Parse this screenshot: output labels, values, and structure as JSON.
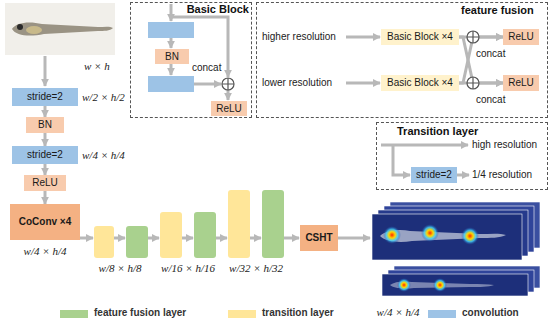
{
  "diagram": {
    "nodes": [
      {
        "text": [
          "stride=2"
        ]
      },
      {
        "text": [
          "BN"
        ]
      },
      {
        "text": [
          "stride=2"
        ]
      },
      {
        "text": [
          "ReLU"
        ]
      },
      {
        "text": [
          "CoConv ×4"
        ]
      },
      {
        "text": [
          "CSHT"
        ]
      },
      {
        "text": [
          "Basic Block"
        ]
      },
      {
        "text": [
          "BN"
        ],
        "in": 6
      },
      {
        "text": [
          "ReLU"
        ],
        "in": 6
      },
      {
        "text": [
          "feature fusion"
        ]
      },
      {
        "text": [
          "Basic Block ×4"
        ],
        "in": 9
      },
      {
        "text": [
          "ReLU"
        ],
        "in": 9
      },
      {
        "text": [
          "Basic Block ×4"
        ],
        "in": 9
      },
      {
        "text": [
          "ReLU"
        ],
        "in": 9
      },
      {
        "text": [
          "Transition layer"
        ]
      },
      {
        "text": [
          "stride=2"
        ],
        "in": 14
      }
    ],
    "edges": [
      {
        "from": 0,
        "to": 1,
        "arrow": "to"
      },
      {
        "from": 1,
        "to": 2,
        "arrow": "to"
      },
      {
        "from": 2,
        "to": 3,
        "arrow": "to"
      },
      {
        "from": 3,
        "to": 4,
        "arrow": "to"
      },
      {
        "from": 10,
        "to": 11,
        "arrow": "to"
      },
      {
        "from": 10,
        "to": 13,
        "arrow": "to"
      },
      {
        "from": 12,
        "to": 11,
        "arrow": "to"
      },
      {
        "from": 12,
        "to": 13,
        "arrow": "to"
      }
    ],
    "labels": [
      "w × h",
      "w/2 × h/2",
      "w/4 × h/4",
      "w/4 × h/4",
      "w/8 × h/8",
      "w/16 × h/16",
      "w/32 × h/32",
      "w/4 × h/4",
      "concat",
      "higher resolution",
      "lower resolution",
      "concat",
      "concat",
      "high resolution",
      "1/4 resolution"
    ],
    "legend": [
      {
        "text": "feature fusion layer",
        "color": "#a9d18e"
      },
      {
        "text": "transition layer",
        "color": "#ffe699"
      },
      {
        "text": "convolution",
        "color": "#9dc3e6"
      }
    ]
  }
}
